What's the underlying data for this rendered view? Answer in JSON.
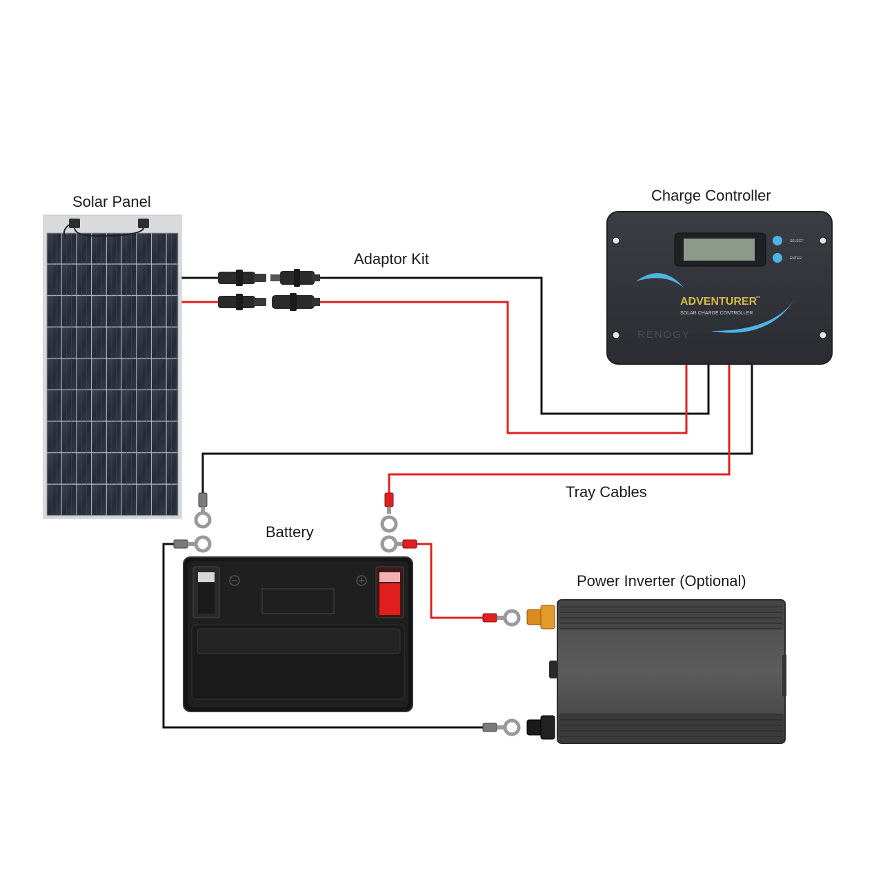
{
  "labels": {
    "solar_panel": "Solar Panel",
    "charge_controller": "Charge Controller",
    "adaptor_kit": "Adaptor Kit",
    "tray_cables": "Tray Cables",
    "battery": "Battery",
    "power_inverter": "Power Inverter (Optional)"
  },
  "controller": {
    "brand": "ADVENTURER",
    "trademark": "™",
    "subtitle": "SOLAR CHARGE CONTROLLER",
    "button_select": "SELECT",
    "button_enter": "ENTER",
    "logo_text": "RENOGY"
  },
  "colors": {
    "positive_wire": "#e02020",
    "negative_wire": "#111111",
    "controller_accent": "#4fb3e8",
    "brand_gold": "#d8b84a",
    "battery_positive_terminal": "#e11d1d",
    "inverter_positive_terminal": "#d98b1e"
  }
}
